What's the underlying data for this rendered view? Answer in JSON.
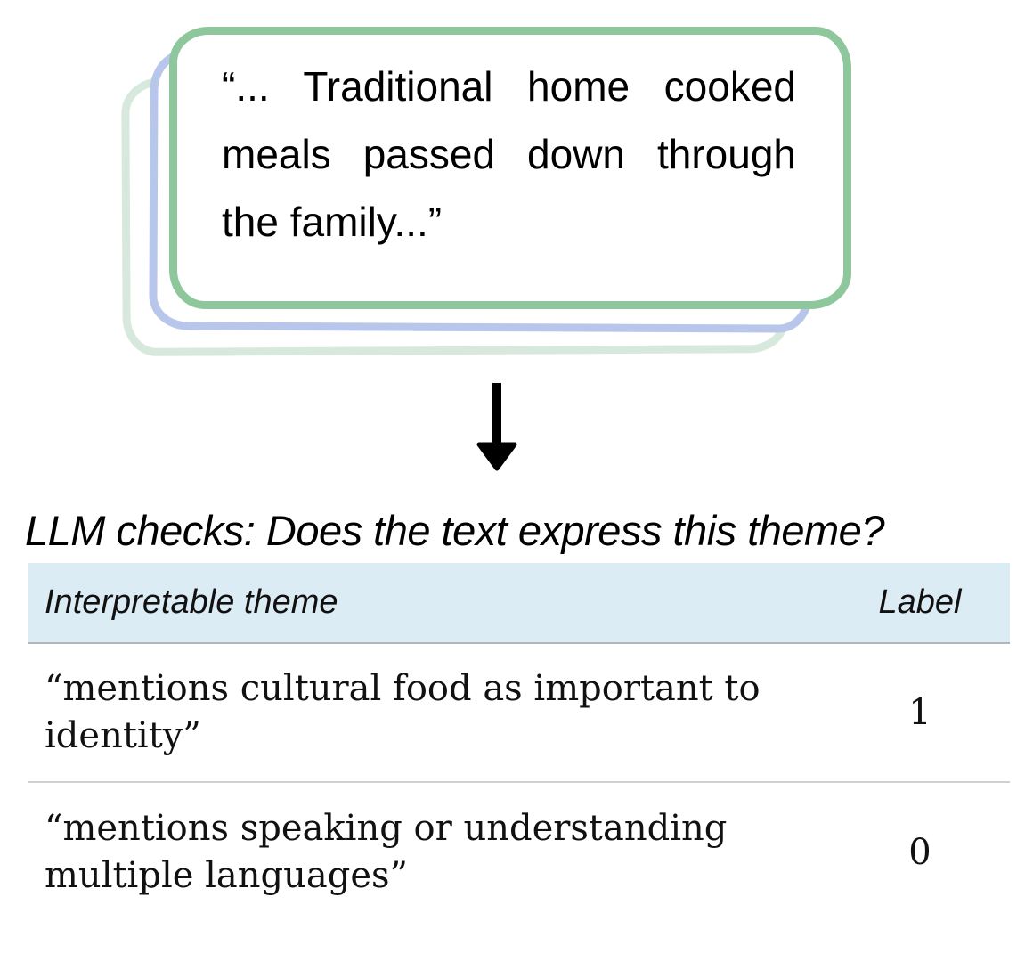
{
  "document_stack": {
    "excerpt": "“... Traditional home cooked meals passed down through the family...”"
  },
  "icons": {
    "flow_arrow": "down-arrow-icon"
  },
  "caption": "LLM checks: Does the text express this theme?",
  "table": {
    "headers": [
      "Interpretable theme",
      "Label"
    ],
    "rows": [
      {
        "theme": "“mentions cultural food as important to\nidentity”",
        "label": 1
      },
      {
        "theme": "“mentions speaking or understanding\nmultiple languages”",
        "label": 0
      }
    ]
  },
  "colors": {
    "card_front_border": "#8ec79b",
    "card_middle_border": "#b9c6ec",
    "card_back_border": "#d7e9dc",
    "table_header_bg": "#dcecf5",
    "header_rule": "#b3b6b8",
    "row_divider": "#d0d0d0",
    "arrow": "#000000"
  }
}
